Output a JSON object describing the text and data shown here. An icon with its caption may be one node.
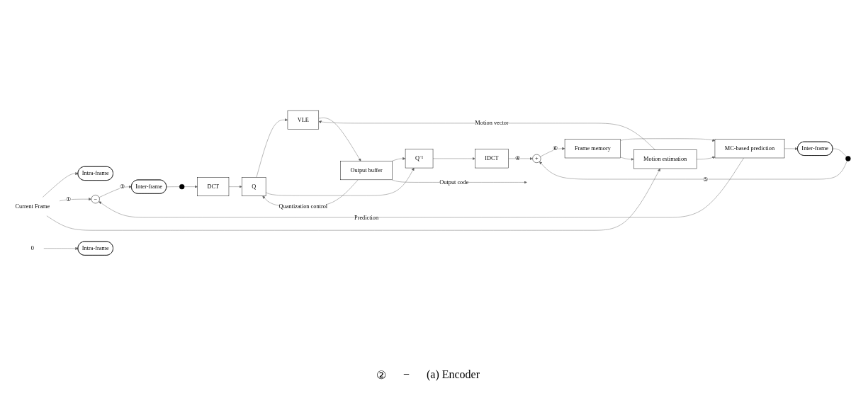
{
  "diagram": {
    "caption": "(a) Encoder",
    "nodes": [
      {
        "text": [
          "Current Frame"
        ]
      },
      {
        "text": [
          "−"
        ]
      },
      {
        "text": [
          "Intra-frame"
        ]
      },
      {
        "text": [
          "Inter-frame"
        ]
      },
      {
        "text": [],
        "shape": "circle"
      },
      {
        "text": [
          "DCT"
        ]
      },
      {
        "text": [
          "Q"
        ]
      },
      {
        "text": [
          "Q⁻¹"
        ]
      },
      {
        "text": [
          "IDCT"
        ]
      },
      {
        "text": [
          "VLE"
        ]
      },
      {
        "text": [
          "Output buffer"
        ]
      },
      {
        "text": [
          "0"
        ]
      },
      {
        "text": [
          "Intra-frame"
        ]
      },
      {
        "text": [
          "Inter-frame"
        ]
      },
      {
        "text": [],
        "shape": "circle"
      },
      {
        "text": [
          "+"
        ]
      },
      {
        "text": [
          "Frame memory"
        ]
      },
      {
        "text": [
          "MC-based prediction"
        ]
      },
      {
        "text": [
          "Motion estimation"
        ]
      }
    ],
    "edges": [
      {
        "from": 0,
        "to": 2,
        "arrow": "to"
      },
      {
        "from": 0,
        "to": 1,
        "arrow": "to",
        "label": "①"
      },
      {
        "from": 0,
        "to": 18,
        "arrow": "to"
      },
      {
        "from": 1,
        "to": 3,
        "arrow": "to",
        "label": "③"
      },
      {
        "from": 3,
        "to": 4,
        "arrow": "none"
      },
      {
        "from": 4,
        "to": 5,
        "arrow": "to"
      },
      {
        "from": 5,
        "to": 6,
        "arrow": "to"
      },
      {
        "from": 6,
        "to": 9,
        "arrow": "to"
      },
      {
        "from": 6,
        "to": 7,
        "arrow": "to"
      },
      {
        "from": 10,
        "to": 6,
        "arrow": "to",
        "label": "Quantization control"
      },
      {
        "from": 10,
        "to": 7,
        "arrow": "to"
      },
      {
        "from": 9,
        "to": 10,
        "arrow": "to"
      },
      {
        "from": 10,
        "to": null,
        "arrow": "to",
        "label": "Output code"
      },
      {
        "from": 7,
        "to": 8,
        "arrow": "to"
      },
      {
        "from": 8,
        "to": 15,
        "arrow": "to",
        "label": "④"
      },
      {
        "from": 11,
        "to": 12,
        "arrow": "to"
      },
      {
        "from": 17,
        "to": 13,
        "arrow": "to"
      },
      {
        "from": 17,
        "to": 1,
        "arrow": "to",
        "label": "Prediction"
      },
      {
        "from": 13,
        "to": 14,
        "arrow": "none"
      },
      {
        "from": 14,
        "to": 15,
        "arrow": "to",
        "label": "⑤"
      },
      {
        "from": 15,
        "to": 16,
        "arrow": "to",
        "label": "⑥"
      },
      {
        "from": 16,
        "to": 17,
        "arrow": "to"
      },
      {
        "from": 16,
        "to": 18,
        "arrow": "to"
      },
      {
        "from": 18,
        "to": 17,
        "arrow": "to"
      },
      {
        "from": 18,
        "to": 9,
        "arrow": "to",
        "label": "Motion vector"
      }
    ],
    "labels": [
      "②",
      "−"
    ]
  }
}
